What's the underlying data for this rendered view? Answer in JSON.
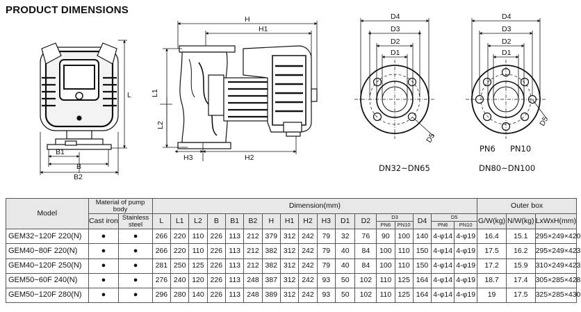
{
  "title": "PRODUCT DIMENSIONS",
  "drawing_labels": {
    "front": [
      "L",
      "L1",
      "L2",
      "B",
      "B1",
      "B2"
    ],
    "side": [
      "H",
      "H1",
      "H2",
      "H3"
    ],
    "flange1": [
      "D4",
      "D3",
      "D2",
      "D1",
      "D5"
    ],
    "flange2": [
      "D4",
      "D3",
      "D2",
      "D1",
      "D5"
    ],
    "flange1_caption": "DN32~DN65",
    "flange2_caption": "DN80~DN100",
    "pn6": "PN6",
    "pn10": "PN10"
  },
  "table": {
    "model_header": "Model",
    "material_header": "Material of pump body",
    "material_cols": [
      "Cast iron",
      "Stainless steel"
    ],
    "dimension_header": "Dimension(mm)",
    "outer_header": "Outer box",
    "dim_cols": [
      "L",
      "L1",
      "L2",
      "B",
      "B1",
      "B2",
      "H",
      "H1",
      "H2",
      "H3",
      "D1",
      "D2"
    ],
    "d3_header": "D3",
    "d3_sub": [
      "PN6",
      "PN10"
    ],
    "d4_header": "D4",
    "d5_header": "D5",
    "d5_sub": [
      "PN6",
      "PN10"
    ],
    "outer_cols": [
      "G/W(kg)",
      "N/W(kg)",
      "LxWxH(mm)"
    ],
    "rows": [
      {
        "model": "GEM32−120F 220(N)",
        "cast": "●",
        "stainless": "●",
        "dims": [
          "266",
          "220",
          "110",
          "226",
          "113",
          "212",
          "379",
          "312",
          "242",
          "79",
          "32",
          "76"
        ],
        "d3": [
          "90",
          "100"
        ],
        "d4": "140",
        "d5": [
          "4-φ14",
          "4-φ19"
        ],
        "outer": [
          "16.4",
          "15.1",
          "295×249×420"
        ]
      },
      {
        "model": "GEM40−80F 220(N)",
        "cast": "●",
        "stainless": "●",
        "dims": [
          "266",
          "220",
          "110",
          "226",
          "113",
          "212",
          "382",
          "312",
          "242",
          "79",
          "40",
          "84"
        ],
        "d3": [
          "100",
          "110"
        ],
        "d4": "150",
        "d5": [
          "4-φ14",
          "4-φ19"
        ],
        "outer": [
          "17.5",
          "16.2",
          "295×249×423"
        ]
      },
      {
        "model": "GEM40−120F 250(N)",
        "cast": "●",
        "stainless": "●",
        "dims": [
          "281",
          "250",
          "125",
          "226",
          "113",
          "212",
          "382",
          "312",
          "242",
          "79",
          "40",
          "84"
        ],
        "d3": [
          "100",
          "110"
        ],
        "d4": "150",
        "d5": [
          "4-φ14",
          "4-φ19"
        ],
        "outer": [
          "17.2",
          "15.9",
          "310×249×423"
        ]
      },
      {
        "model": "GEM50−60F 240(N)",
        "cast": "●",
        "stainless": "●",
        "dims": [
          "276",
          "240",
          "120",
          "226",
          "113",
          "248",
          "387",
          "312",
          "242",
          "93",
          "50",
          "102"
        ],
        "d3": [
          "110",
          "125"
        ],
        "d4": "164",
        "d5": [
          "4-φ14",
          "4-φ19"
        ],
        "outer": [
          "18.7",
          "17.4",
          "305×285×428"
        ]
      },
      {
        "model": "GEM50−120F 280(N)",
        "cast": "●",
        "stainless": "●",
        "dims": [
          "296",
          "280",
          "140",
          "226",
          "113",
          "248",
          "389",
          "312",
          "242",
          "93",
          "50",
          "102"
        ],
        "d3": [
          "110",
          "125"
        ],
        "d4": "164",
        "d5": [
          "4-φ14",
          "4-φ19"
        ],
        "outer": [
          "19",
          "17.5",
          "325×285×430"
        ]
      }
    ]
  }
}
